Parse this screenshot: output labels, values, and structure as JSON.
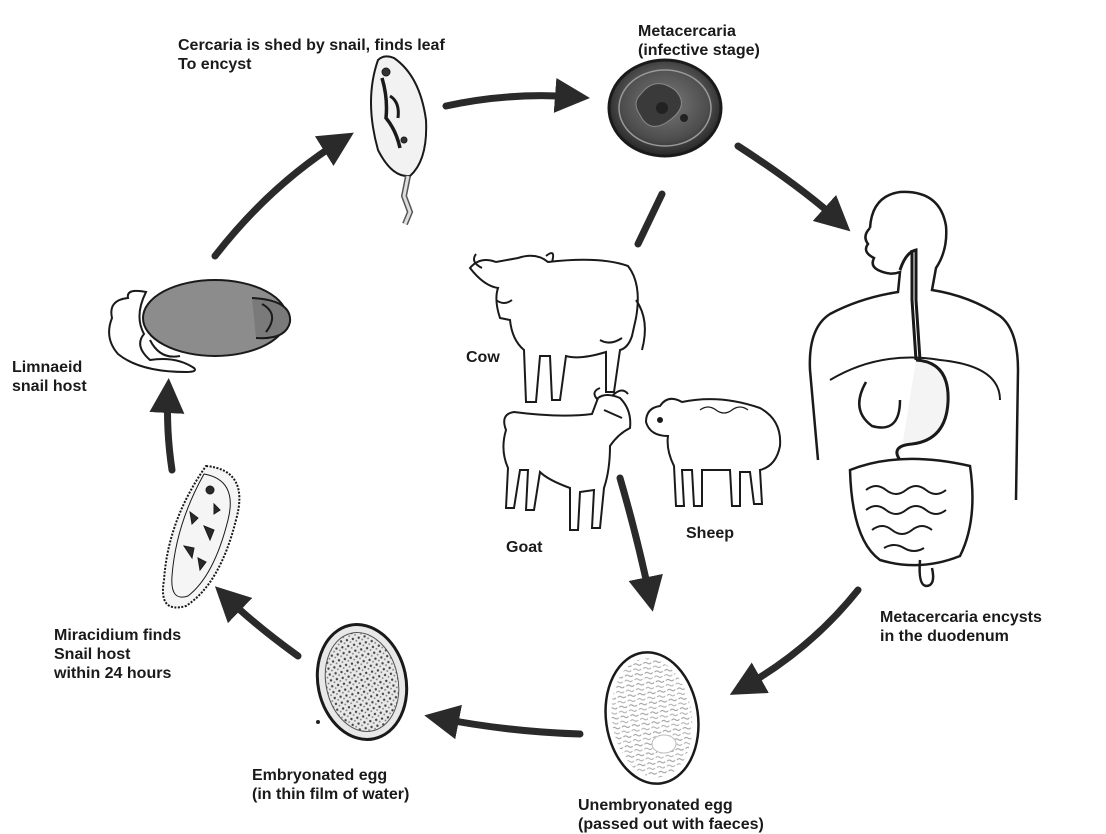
{
  "labels": {
    "cercaria": [
      "Cercaria is shed by snail, finds leaf",
      "To encyst"
    ],
    "metacercaria": [
      "Metacercaria",
      "(infective stage)"
    ],
    "snail": [
      "Limnaeid",
      "snail host"
    ],
    "cow": "Cow",
    "goat": "Goat",
    "sheep": "Sheep",
    "duodenum": [
      "Metacercaria  encysts",
      "in the duodenum"
    ],
    "miracidium": [
      "Miracidium finds",
      "Snail host",
      "within 24 hours"
    ],
    "embryonated": [
      "Embryonated egg",
      "(in thin film of water)"
    ],
    "unembryonated": [
      "Unembryonated egg",
      "(passed out with faeces)"
    ]
  },
  "colors": {
    "ink": "#1a1a1a",
    "arrow": "#2a2a2a",
    "snail_shell": "#8c8c8c",
    "cyst": "#5a5a5a"
  }
}
